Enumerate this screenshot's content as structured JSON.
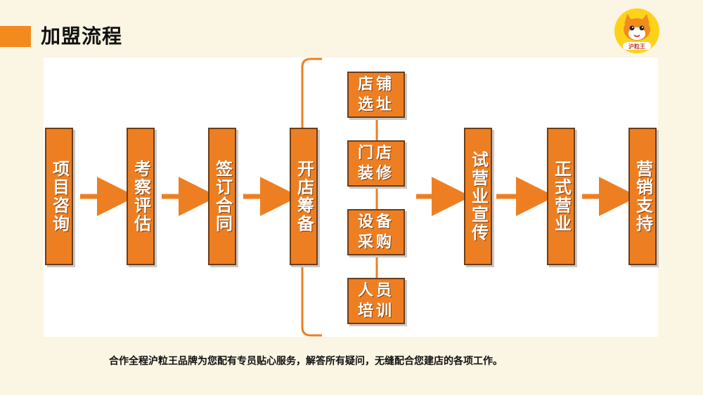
{
  "header": {
    "title": "加盟流程"
  },
  "colors": {
    "accent": "#f28a1e",
    "box_fill": "#ed7f22",
    "box_border": "#6b3d16",
    "arrow": "#ed7f22",
    "background": "#fbf5e3"
  },
  "logo": {
    "text": "沪粒王"
  },
  "flow": {
    "steps": [
      {
        "label": "项目咨询"
      },
      {
        "label": "考察评估"
      },
      {
        "label": "签订合同"
      },
      {
        "label": "开店筹备"
      },
      {
        "label": "试营业宣传"
      },
      {
        "label": "正式营业"
      },
      {
        "label": "营销支持"
      }
    ],
    "substeps": [
      {
        "label": "店铺选址"
      },
      {
        "label": "门店装修"
      },
      {
        "label": "设备采购"
      },
      {
        "label": "人员培训"
      }
    ]
  },
  "caption": "合作全程沪粒王品牌为您配有专员贴心服务，解答所有疑问，无缝配合您建店的各项工作。"
}
